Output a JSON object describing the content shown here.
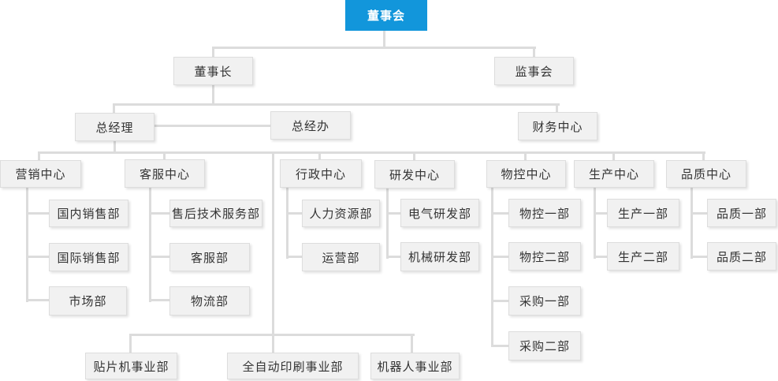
{
  "diagram": {
    "type": "org-chart",
    "language": "zh-CN"
  },
  "colors": {
    "root_background": "#1296db",
    "root_text": "#ffffff",
    "box_background": "#f1f1f1",
    "box_border": "#dddddd",
    "box_text": "#333333",
    "connector_line": "#dcdcdc"
  },
  "nodes": [
    {
      "id": "board",
      "label": "董事会",
      "parent": ""
    },
    {
      "id": "chairman",
      "label": "董事长",
      "parent": "board"
    },
    {
      "id": "supervisory",
      "label": "监事会",
      "parent": "board"
    },
    {
      "id": "gm",
      "label": "总经理",
      "parent": "chairman"
    },
    {
      "id": "gm_office",
      "label": "总经办",
      "parent": "gm"
    },
    {
      "id": "finance",
      "label": "财务中心",
      "parent": "chairman"
    },
    {
      "id": "marketing",
      "label": "营销中心",
      "parent": "gm"
    },
    {
      "id": "service",
      "label": "客服中心",
      "parent": "gm"
    },
    {
      "id": "admin",
      "label": "行政中心",
      "parent": "gm"
    },
    {
      "id": "rnd",
      "label": "研发中心",
      "parent": "gm"
    },
    {
      "id": "materials",
      "label": "物控中心",
      "parent": "gm"
    },
    {
      "id": "production",
      "label": "生产中心",
      "parent": "gm"
    },
    {
      "id": "quality",
      "label": "品质中心",
      "parent": "gm"
    },
    {
      "id": "domestic_sales",
      "label": "国内销售部",
      "parent": "marketing"
    },
    {
      "id": "intl_sales",
      "label": "国际销售部",
      "parent": "marketing"
    },
    {
      "id": "market_dept",
      "label": "市场部",
      "parent": "marketing"
    },
    {
      "id": "aftersales",
      "label": "售后技术服务部",
      "parent": "service"
    },
    {
      "id": "cs_dept",
      "label": "客服部",
      "parent": "service"
    },
    {
      "id": "logistics",
      "label": "物流部",
      "parent": "service"
    },
    {
      "id": "hr",
      "label": "人力资源部",
      "parent": "admin"
    },
    {
      "id": "operations",
      "label": "运营部",
      "parent": "admin"
    },
    {
      "id": "electrical",
      "label": "电气研发部",
      "parent": "rnd"
    },
    {
      "id": "mechanical",
      "label": "机械研发部",
      "parent": "rnd"
    },
    {
      "id": "mc1",
      "label": "物控一部",
      "parent": "materials"
    },
    {
      "id": "mc2",
      "label": "物控二部",
      "parent": "materials"
    },
    {
      "id": "pur1",
      "label": "采购一部",
      "parent": "materials"
    },
    {
      "id": "pur2",
      "label": "采购二部",
      "parent": "materials"
    },
    {
      "id": "prod1",
      "label": "生产一部",
      "parent": "production"
    },
    {
      "id": "prod2",
      "label": "生产二部",
      "parent": "production"
    },
    {
      "id": "qa1",
      "label": "品质一部",
      "parent": "quality"
    },
    {
      "id": "qa2",
      "label": "品质二部",
      "parent": "quality"
    },
    {
      "id": "smt",
      "label": "贴片机事业部",
      "parent": "gm"
    },
    {
      "id": "printing",
      "label": "全自动印刷事业部",
      "parent": "gm"
    },
    {
      "id": "robot",
      "label": "机器人事业部",
      "parent": "gm"
    }
  ]
}
